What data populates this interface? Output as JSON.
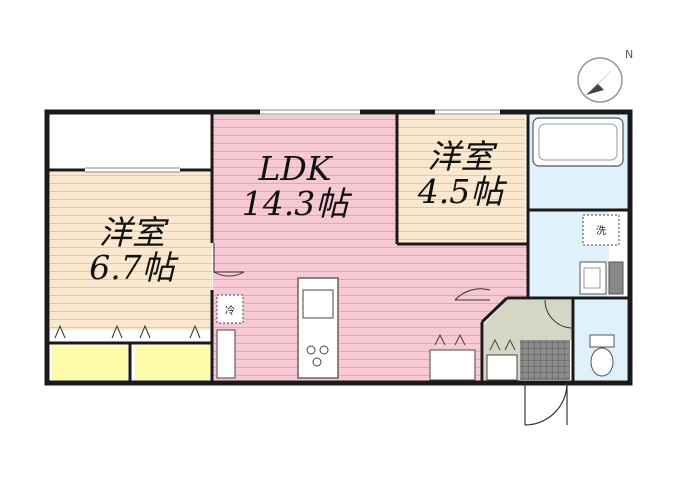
{
  "compass": {
    "north_label": "N",
    "icon": "compass-north-arrow-icon"
  },
  "rooms": {
    "western_left": {
      "name": "洋室",
      "size": "6.7帖"
    },
    "ldk": {
      "name": "LDK",
      "size": "14.3帖"
    },
    "western_right": {
      "name": "洋室",
      "size": "4.5帖"
    }
  },
  "fixtures": {
    "fridge": "冷",
    "washer": "洗"
  },
  "colors": {
    "ldk_fill": "#f7c9d4",
    "western_fill": "#fbe9cf",
    "bath_fill": "#dff1fb",
    "closet_fill": "#fdfaa8",
    "hall_fill": "#d6d6c6",
    "wall": "#1a1a1a",
    "floor_line": "#e6a9b8"
  }
}
